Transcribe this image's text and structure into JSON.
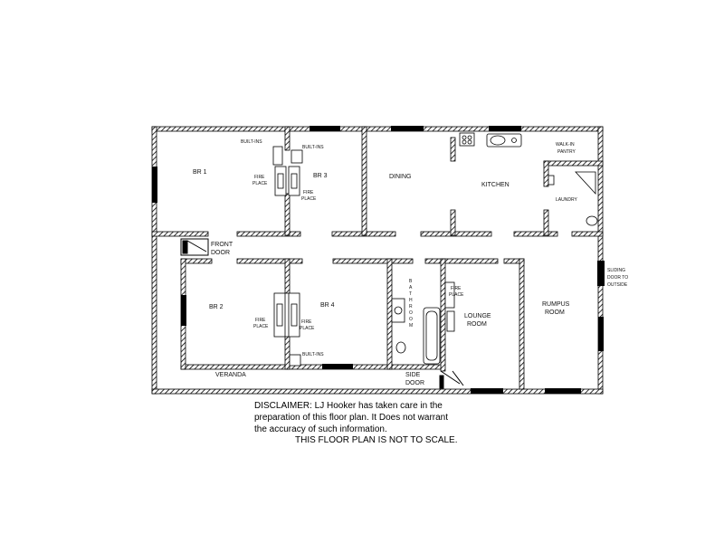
{
  "rooms": {
    "br1": "BR 1",
    "br2": "BR 2",
    "br3": "BR 3",
    "br4": "BR 4",
    "dining": "DINING",
    "kitchen": "KITCHEN",
    "walkin_pantry_1": "WALK-IN",
    "walkin_pantry_2": "PANTRY",
    "laundry": "LAUNDRY",
    "bathroom": [
      "B",
      "A",
      "T",
      "H",
      "R",
      "O",
      "O",
      "M"
    ],
    "lounge_1": "LOUNGE",
    "lounge_2": "ROOM",
    "rumpus_1": "RUMPUS",
    "rumpus_2": "ROOM",
    "veranda": "VERANDA"
  },
  "fixtures": {
    "built_ins_br1": "BUILT-INS",
    "built_ins_br3": "BUILT-INS",
    "built_ins_br4": "BUILT-INS",
    "fire_place": "FIRE",
    "fire_place_2": "PLACE",
    "front_door_1": "FRONT",
    "front_door_2": "DOOR",
    "side_door_1": "SIDE",
    "side_door_2": "DOOR",
    "sliding_door_1": "SLIDING",
    "sliding_door_2": "DOOR TO",
    "sliding_door_3": "OUTSIDE"
  },
  "disclaimer": {
    "line1": "DISCLAIMER: LJ Hooker has taken care in the",
    "line2": "preparation of this floor plan. It Does not warrant",
    "line3": "the accuracy of such information.",
    "line4": "THIS FLOOR PLAN IS NOT TO SCALE."
  },
  "colors": {
    "wall": "#000000",
    "background": "#ffffff"
  }
}
